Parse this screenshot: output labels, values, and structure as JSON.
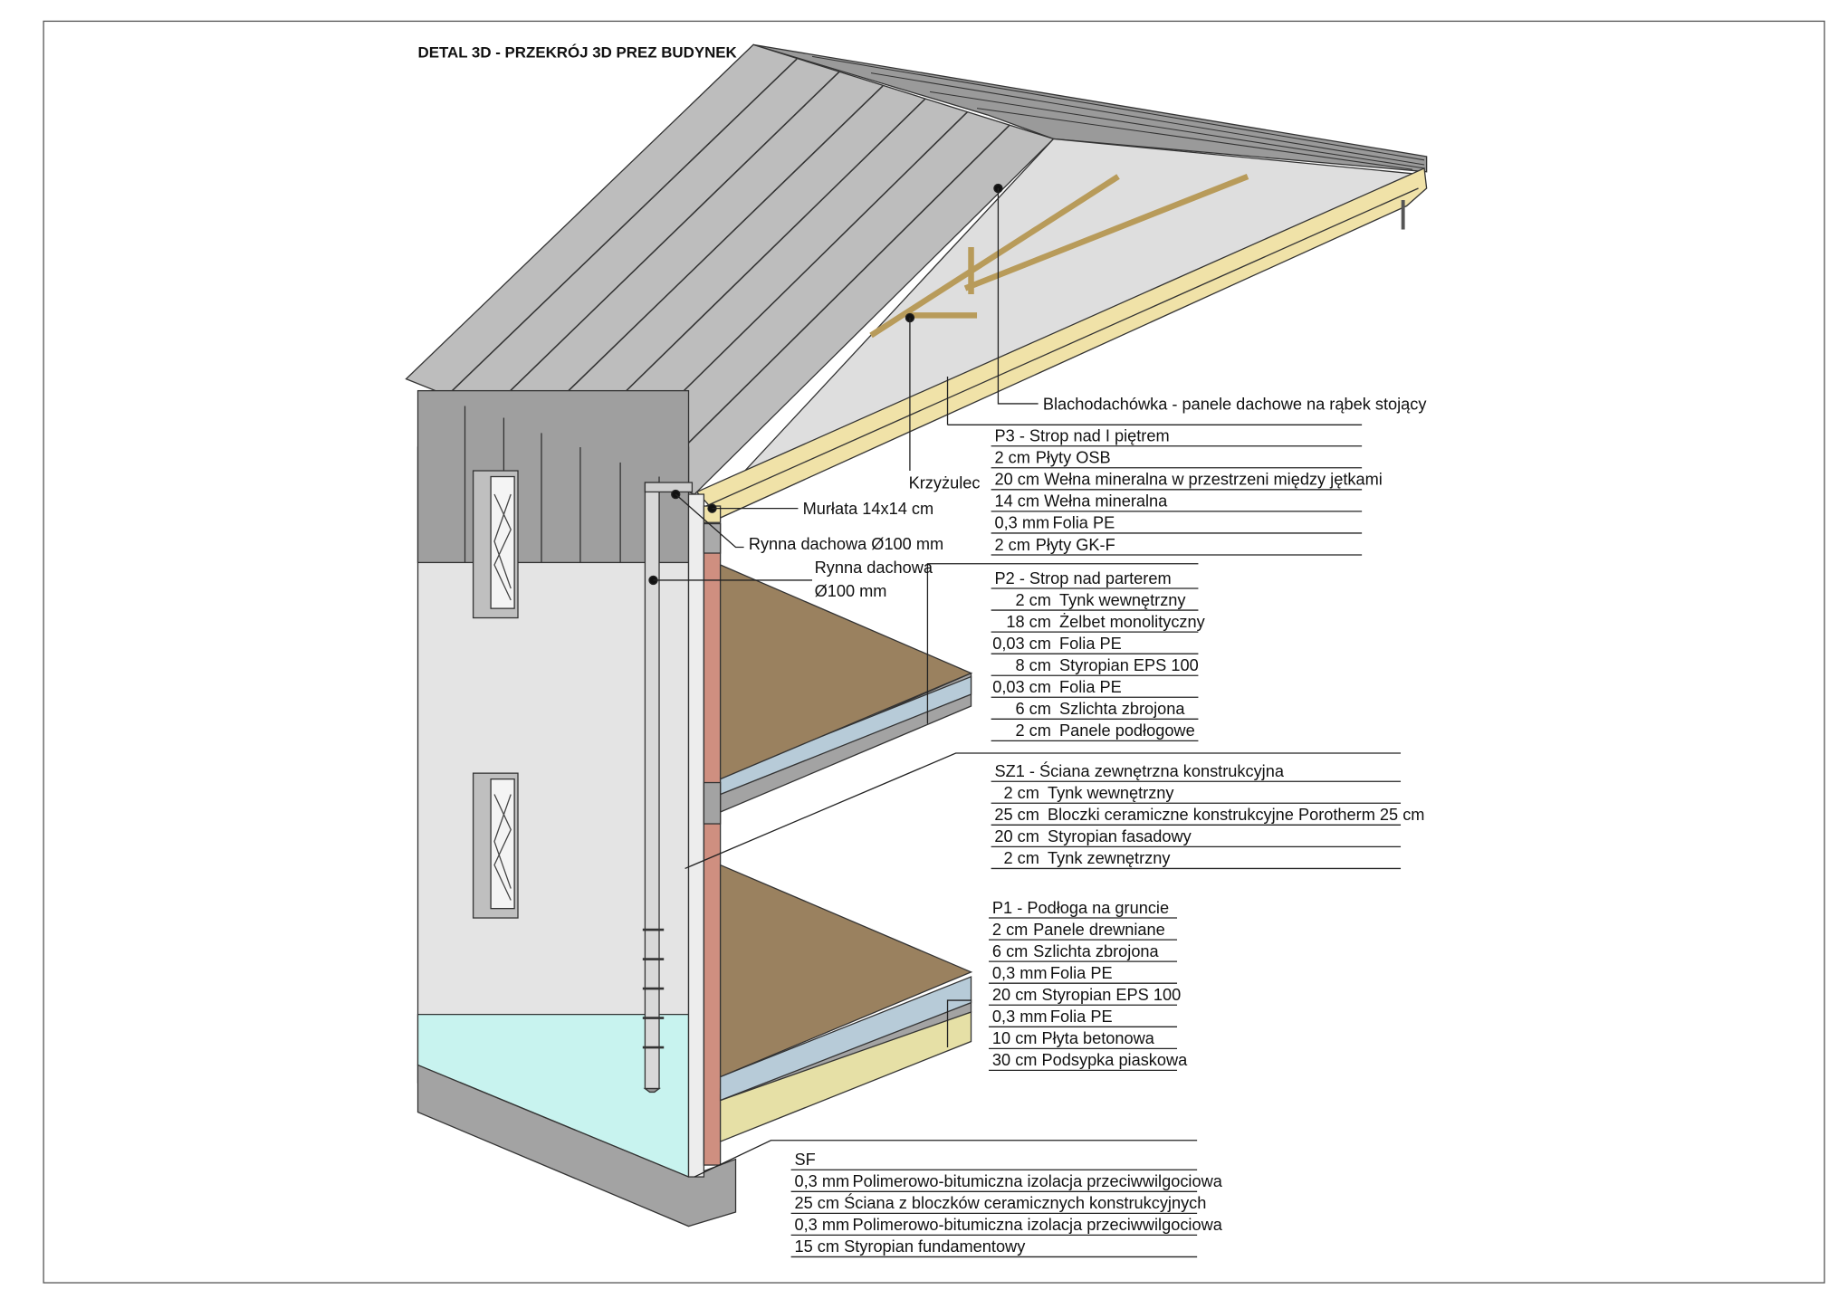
{
  "title": "DETAL 3D - PRZEKRÓJ 3D PREZ BUDYNEK",
  "callouts": {
    "roof": "Blachodachówka - panele dachowe na rąbek stojący",
    "brace": "Krzyżulec",
    "wall_plate": "Murłata 14x14 cm",
    "gutter": "Rynna dachowa Ø100 mm",
    "downpipe_line1": "Rynna dachowa",
    "downpipe_line2": "Ø100 mm"
  },
  "tables": {
    "p3": {
      "title": "P3 - Strop nad I piętrem",
      "rows": [
        {
          "t": "2 cm",
          "m": "Płyty OSB"
        },
        {
          "t": "20 cm",
          "m": "Wełna mineralna w przestrzeni między jętkami"
        },
        {
          "t": "14 cm",
          "m": "Wełna mineralna"
        },
        {
          "t": "0,3 mm",
          "m": "Folia PE"
        },
        {
          "t": "2 cm",
          "m": "Płyty GK-F"
        }
      ]
    },
    "p2": {
      "title": "P2 - Strop nad parterem",
      "rows": [
        {
          "t": "2 cm",
          "m": "Tynk wewnętrzny"
        },
        {
          "t": "18 cm",
          "m": "Żelbet monolityczny"
        },
        {
          "t": "0,03 cm",
          "m": "Folia PE"
        },
        {
          "t": "8 cm",
          "m": "Styropian EPS 100"
        },
        {
          "t": "0,03 cm",
          "m": "Folia PE"
        },
        {
          "t": "6 cm",
          "m": "Szlichta zbrojona"
        },
        {
          "t": "2 cm",
          "m": "Panele podłogowe"
        }
      ]
    },
    "sz1": {
      "title": "SZ1 - Ściana zewnętrzna konstrukcyjna",
      "rows": [
        {
          "t": "2 cm",
          "m": "Tynk wewnętrzny"
        },
        {
          "t": "25 cm",
          "m": "Bloczki ceramiczne konstrukcyjne Porotherm 25 cm"
        },
        {
          "t": "20 cm",
          "m": "Styropian fasadowy"
        },
        {
          "t": "2 cm",
          "m": "Tynk zewnętrzny"
        }
      ]
    },
    "p1": {
      "title": "P1 - Podłoga na gruncie",
      "rows": [
        {
          "t": "2 cm",
          "m": "Panele drewniane"
        },
        {
          "t": "6 cm",
          "m": "Szlichta zbrojona"
        },
        {
          "t": "0,3 mm",
          "m": "Folia PE"
        },
        {
          "t": "20 cm",
          "m": "Styropian EPS 100"
        },
        {
          "t": "0,3 mm",
          "m": "Folia PE"
        },
        {
          "t": "10 cm",
          "m": "Płyta betonowa"
        },
        {
          "t": "30 cm",
          "m": "Podsypka piaskowa"
        }
      ]
    },
    "sf": {
      "title": "SF",
      "rows": [
        {
          "t": "0,3 mm",
          "m": "Polimerowo-bitumiczna izolacja przeciwwilgociowa"
        },
        {
          "t": "25 cm",
          "m": "Ściana z bloczków ceramicznych konstrukcyjnych"
        },
        {
          "t": "0,3 mm",
          "m": "Polimerowo-bitumiczna izolacja przeciwwilgociowa"
        },
        {
          "t": "15 cm",
          "m": "Styropian fundamentowy"
        }
      ]
    }
  },
  "colors": {
    "roof": "#b9b9b9",
    "roof_dark": "#8e8e8e",
    "attic": "#dcdcdc",
    "insulation": "#f0e2a8",
    "facade": "#e4e4e4",
    "plinth": "#c8f3ef",
    "base": "#a3a3a3",
    "brick": "#cf8f80",
    "floor": "#9a815f",
    "eps": "#b7cbd8",
    "sand": "#e6e0a6"
  }
}
